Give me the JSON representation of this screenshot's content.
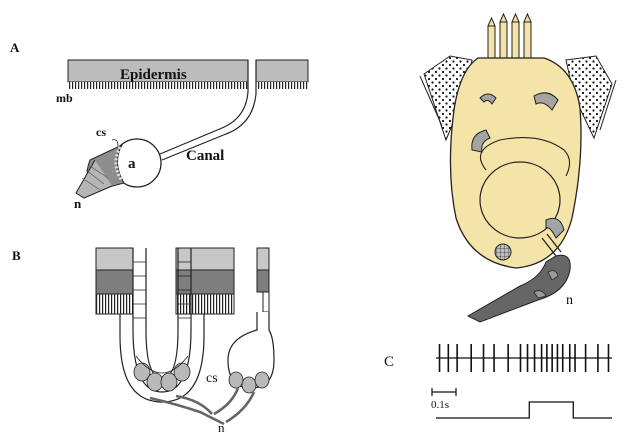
{
  "panels": {
    "A": {
      "label": "A",
      "epidermis": "Epidermis",
      "mb": "mb",
      "cs": "cs",
      "a": "a",
      "canal": "Canal",
      "n": "n"
    },
    "B": {
      "label": "B",
      "cs": "cs",
      "n": "n"
    },
    "right": {
      "n": "n"
    },
    "C": {
      "label": "C",
      "scale": "0.1s",
      "spike_times": [
        0.02,
        0.07,
        0.12,
        0.2,
        0.27,
        0.33,
        0.41,
        0.48,
        0.52,
        0.56,
        0.6,
        0.63,
        0.66,
        0.69,
        0.72,
        0.76,
        0.79,
        0.85,
        0.92,
        0.98
      ],
      "stimulus_window": [
        0.53,
        0.78
      ]
    }
  },
  "colors": {
    "cell_fill": "#f4e4a8",
    "gray_dark": "#6b6b6b",
    "gray_mid": "#9a9a9a",
    "gray_light": "#c8c8c8",
    "nerve": "#555555"
  }
}
